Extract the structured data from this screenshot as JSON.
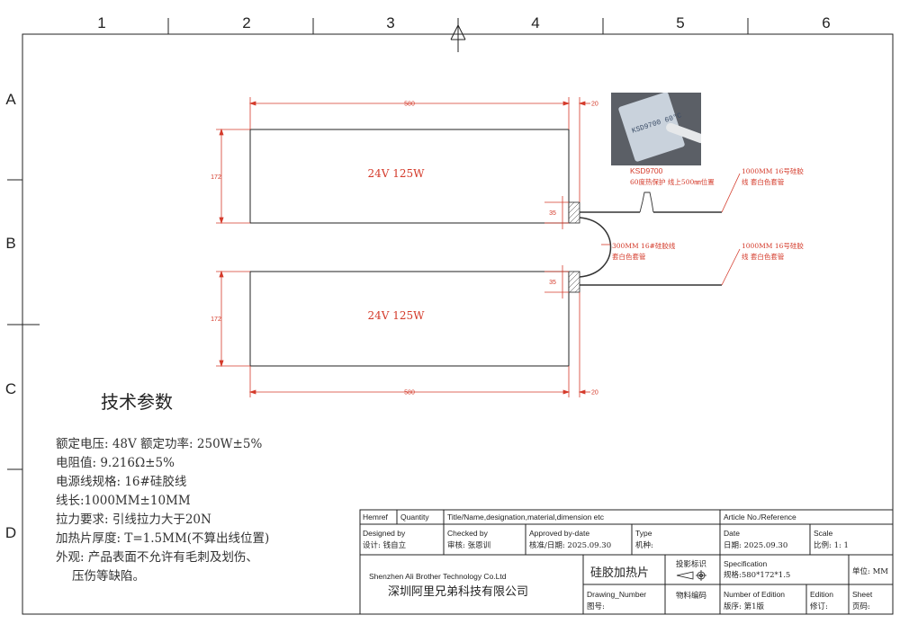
{
  "border": {
    "columns": [
      "1",
      "2",
      "3",
      "4",
      "5",
      "6"
    ],
    "rows": [
      "A",
      "B",
      "C",
      "D"
    ]
  },
  "heater_top": {
    "label": "24V 125W",
    "width": "580",
    "height": "172",
    "lead_dim": "35",
    "end_dim": "20"
  },
  "heater_bottom": {
    "label": "24V 125W",
    "width": "580",
    "height": "172",
    "lead_dim": "35",
    "end_dim": "20"
  },
  "thermostat": {
    "photo_text": "KSD9700 60°C",
    "model": "KSD9700",
    "note": "60度热保护 线上500㎜位置"
  },
  "wire_notes": {
    "top_line1": "1000MM 16号硅胶",
    "top_line2": "线 套白色套管",
    "mid_line1": "1000MM 16号硅胶",
    "mid_line2": "线 套白色套管",
    "jumper_line1": "300MM 16#硅胶线",
    "jumper_line2": "套白色套管"
  },
  "specs": {
    "title": "技术参数",
    "lines": [
      "额定电压: 48V      额定功率: 250W±5%",
      "电阻值: 9.216Ω±5%",
      "电源线规格: 16#硅胶线",
      "线长:1000MM±10MM",
      "拉力要求: 引线拉力大于20N",
      "加热片厚度: T=1.5MM(不算出线位置)",
      "外观: 产品表面不允许有毛刺及划伤、",
      "    压伤等缺陷。"
    ]
  },
  "title_block": {
    "hemref": "Hemref",
    "quantity": "Quantity",
    "title_name": "Title/Name,designation,material,dimension etc",
    "article": "Article No./Reference",
    "designed_by": "Designed by",
    "designer": "设计: 钱自立",
    "checked_by": "Checked by",
    "checker": "审核: 张恩训",
    "approved": "Approved by-date",
    "approver": "核准/日期: 2025.09.30",
    "type": "Type",
    "type_cn": "机种:",
    "date": "Date",
    "date_cn": "日期: 2025.09.30",
    "scale": "Scale",
    "scale_cn": "比例:   1: 1",
    "company_en": "Shenzhen Ali Brother Technology Co.Ltd",
    "company_cn": "深圳阿里兄弟科技有限公司",
    "part_name": "硅胶加热片",
    "projection": "投影标识",
    "specification": "Specification",
    "spec_cn": "规格:580*172*1.5",
    "unit": "单位: MM",
    "drawing_number": "Drawing_Number",
    "drawing_cn": "图号:",
    "material_code": "物料编码",
    "edition_no": "Number of Edition",
    "edition_no_cn": "版序:   第1版",
    "edition": "Edition",
    "edition_cn": "修订:",
    "sheet": "Sheet",
    "sheet_cn": "页码:"
  }
}
